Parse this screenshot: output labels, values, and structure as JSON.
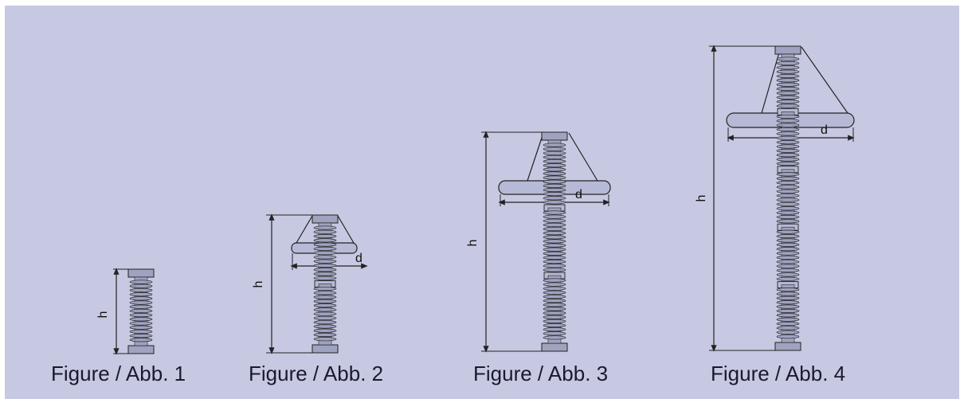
{
  "figures": [
    {
      "caption": "Figure / Abb. 1",
      "h_label": "h"
    },
    {
      "caption": "Figure / Abb. 2",
      "h_label": "h",
      "d_label": "d"
    },
    {
      "caption": "Figure / Abb. 3",
      "h_label": "h",
      "d_label": "d"
    },
    {
      "caption": "Figure / Abb. 4",
      "h_label": "h",
      "d_label": "d"
    }
  ],
  "colors": {
    "background": "#c7c9e3",
    "insulator_fill": "#9fa3bf",
    "line": "#222222"
  }
}
